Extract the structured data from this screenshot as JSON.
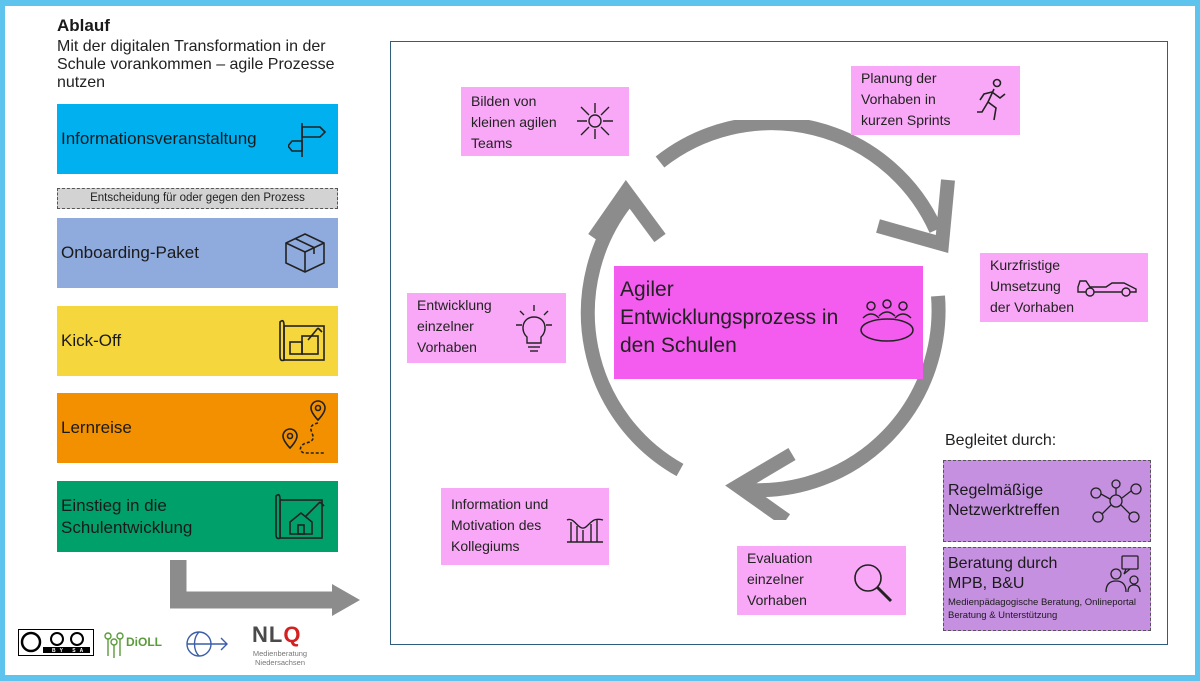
{
  "header": {
    "title": "Ablauf",
    "subtitle": "Mit der digitalen Transformation in der Schule vorankommen – agile Prozesse nutzen"
  },
  "steps": [
    {
      "label": "Informationsveranstaltung",
      "color": "#00b0ef",
      "icon": "signpost-icon"
    },
    {
      "label": "Onboarding-Paket",
      "color": "#8faadc",
      "icon": "package-box-icon"
    },
    {
      "label": "Kick-Off",
      "color": "#f5d63c",
      "icon": "blueprint-icon"
    },
    {
      "label": "Lernreise",
      "color": "#f39000",
      "icon": "route-map-icon"
    },
    {
      "label": "Einstieg in die Schulentwicklung",
      "color": "#00a06a",
      "icon": "house-blueprint-icon"
    }
  ],
  "decision": "Entscheidung  für oder gegen den Prozess",
  "center": {
    "label": "Agiler Entwicklungsprozess in den Schulen",
    "color": "#f45cf0",
    "icon": "meeting-table-icon"
  },
  "cycle_notes": [
    {
      "label": "Bilden von kleinen agilen Teams",
      "icon": "team-hands-icon"
    },
    {
      "label": "Planung der Vorhaben in kurzen Sprints",
      "icon": "runner-icon"
    },
    {
      "label": "Kurzfristige Umsetzung der Vorhaben",
      "icon": "race-car-icon"
    },
    {
      "label": "Evaluation einzelner Vorhaben",
      "icon": "magnifier-icon"
    },
    {
      "label": "Information und Motivation des Kollegiums",
      "icon": "rollercoaster-icon"
    },
    {
      "label": "Entwicklung einzelner Vorhaben",
      "icon": "lightbulb-icon"
    }
  ],
  "accompanied": {
    "label": "Begleitet durch:",
    "items": [
      {
        "label": "Regelmäßige Netzwerktreffen",
        "icon": "network-people-icon"
      },
      {
        "label": "Beratung durch MPB, B&U",
        "detail": "Medienpädagogische Beratung, Onlineportal Beratung & Unterstützung",
        "icon": "consulting-icon"
      }
    ]
  },
  "logos": {
    "cc": "BY SA",
    "dioll": "DiOLL",
    "nlq": "NL",
    "nlq_q": "Q",
    "nlq_sub": "Medienberatung Niedersachsen"
  },
  "colors": {
    "frame": "#5ec4ee",
    "note": "#f9a8f7",
    "accompany": "#c690e0",
    "arrow": "#8c8c8c"
  }
}
